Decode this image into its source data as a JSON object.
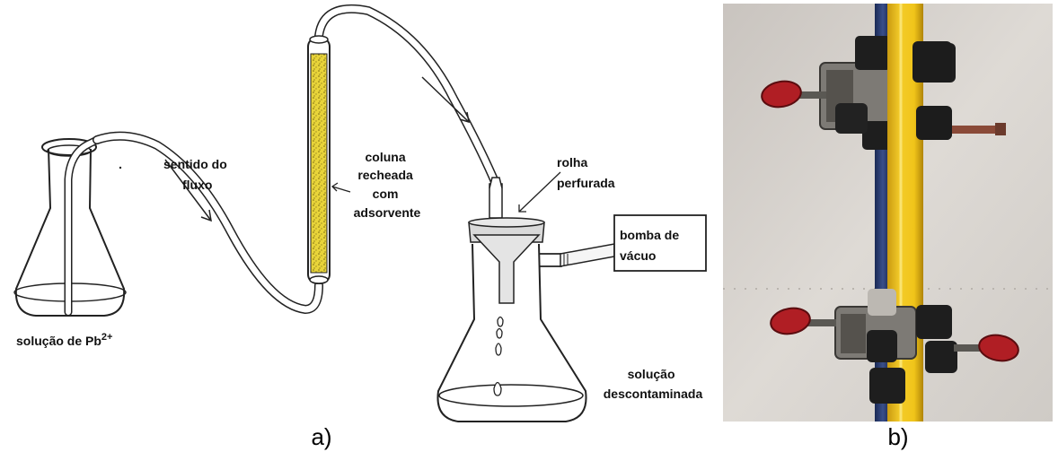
{
  "labels": {
    "flow_direction": [
      "sentido do",
      "fluxo"
    ],
    "column": [
      "coluna",
      "recheada",
      "com",
      "adsorvente"
    ],
    "stopper": [
      "rolha",
      "perfurada"
    ],
    "pump": [
      "bomba de",
      "vácuo"
    ],
    "solution_in_prefix": "solução de Pb",
    "solution_in_superscript": "2+",
    "solution_out": [
      "solução",
      "descontaminada"
    ]
  },
  "panels": {
    "a": "a)",
    "b": "b)"
  },
  "colors": {
    "adsorbent_fill": "#e8d43a",
    "photo_tube": "#f0c419",
    "photo_clamp": "#1e1e1e",
    "photo_knob": "#b01e24",
    "photo_background": "#d8d4d0"
  }
}
